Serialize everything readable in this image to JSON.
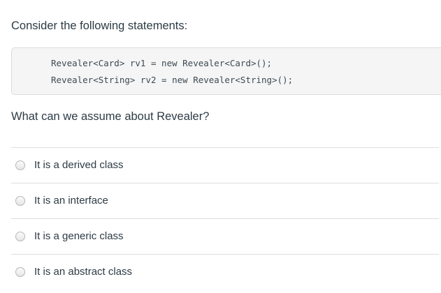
{
  "intro": {
    "heading": "Consider the following statements:"
  },
  "code": {
    "lines": [
      "Revealer<Card> rv1 = new Revealer<Card>();",
      "Revealer<String> rv2 = new Revealer<String>();"
    ]
  },
  "question": {
    "heading": "What can we assume about Revealer?"
  },
  "answers": {
    "options": [
      {
        "label": "It is a derived class",
        "selected": false
      },
      {
        "label": "It is an interface",
        "selected": false
      },
      {
        "label": "It is a generic class",
        "selected": false
      },
      {
        "label": "It is an abstract class",
        "selected": false
      }
    ]
  },
  "colors": {
    "text": "#2d3b45",
    "code_text": "#3c4a54",
    "code_background": "#f5f5f5",
    "code_border": "#d7dde2",
    "divider": "#dddddd",
    "radio_border": "#b7b7b7",
    "page_background": "#ffffff"
  }
}
